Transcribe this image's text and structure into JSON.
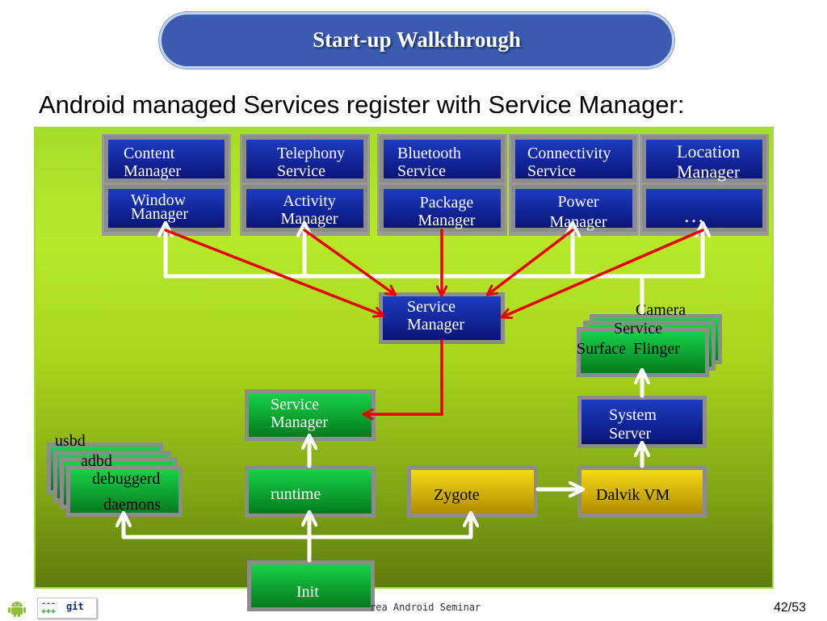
{
  "title": "Start-up Walkthrough",
  "subtitle": "Android managed Services register with Service Manager:",
  "services_row1": [
    "Content Manager",
    "Telephony Service",
    "Bluetooth Service",
    "Connectivity Service",
    "Location Manager"
  ],
  "services_row2": [
    "Window Manager",
    "Activity Manager",
    "Package Manager",
    "Power Manager",
    "…"
  ],
  "service_manager_java": "Service Manager",
  "service_manager_native": "Service Manager",
  "camera_stack": {
    "back": "Camera",
    "middle": "Service",
    "front": "Surface Flinger"
  },
  "system_server": "System Server",
  "daemons": {
    "back": "usbd",
    "middle": "adbd",
    "front": "debuggerd",
    "caption": "daemons"
  },
  "runtime": "runtime",
  "zygote": "Zygote",
  "dalvik": "Dalvik VM",
  "init": "Init",
  "footer": {
    "git_logo": "git",
    "seminar": "rea Android Seminar",
    "page": "42/53"
  },
  "colors": {
    "title_bg": "#3a5bb0",
    "panel_green": "#a6dd2a",
    "blue_box": "#0a1478",
    "green_box": "#047a1e",
    "yellow_box": "#f6da14",
    "register_arrow": "#e60000",
    "flow_arrow": "#ffffff"
  }
}
